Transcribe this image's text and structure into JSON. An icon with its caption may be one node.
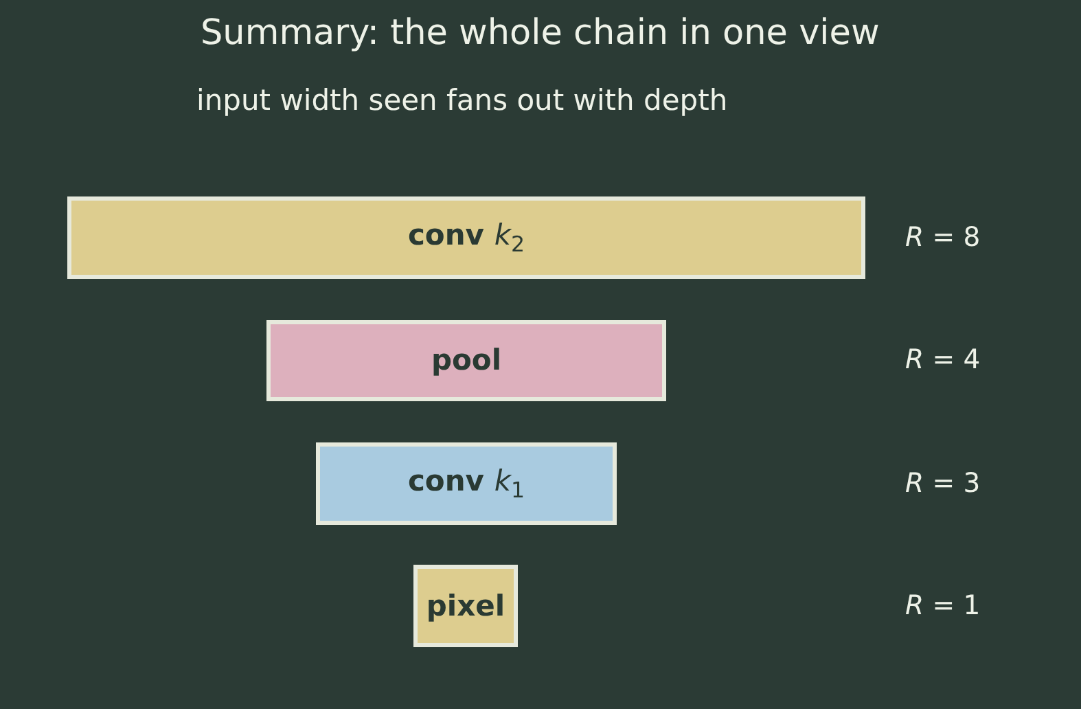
{
  "diagram": {
    "title": "Summary: the whole chain in one view",
    "nodes": [
      {
        "text": [
          "conv *k*$_{2}$"
        ]
      },
      {
        "text": [
          "pool"
        ]
      },
      {
        "text": [
          "conv *k*$_{1}$"
        ]
      },
      {
        "text": [
          "pixel"
        ]
      }
    ],
    "labels": [
      "input width seen fans out with depth",
      "*R* = 8",
      "*R* = 4",
      "*R* = 3",
      "*R* = 1"
    ]
  }
}
